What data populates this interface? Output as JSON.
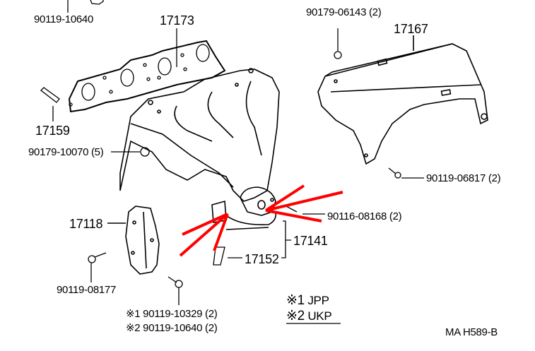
{
  "labels": {
    "bolt_top": "90119-10640",
    "gasket": "17173",
    "nut_heat_insulator": "90179-06143 (2)",
    "heat_insulator": "17167",
    "stud": "17159",
    "nut_manifold": "90179-10070 (5)",
    "bolt_insulator": "90119-06817 (2)",
    "bolt_flange": "90116-08168 (2)",
    "stay": "17118",
    "gasket_pipe": "17141",
    "stud_pipe": "17152",
    "bolt_stay": "90119-08177",
    "bolt_var1": "※1 90119-10329 (2)",
    "bolt_var2": "※2 90119-10640 (2)"
  },
  "legend": {
    "item1_mark": "※1",
    "item1_text": "JPP",
    "item2_mark": "※2",
    "item2_text": "UKP"
  },
  "figure_code": "MA H589-B",
  "colors": {
    "line": "#000000",
    "highlight": "#ff0000"
  }
}
